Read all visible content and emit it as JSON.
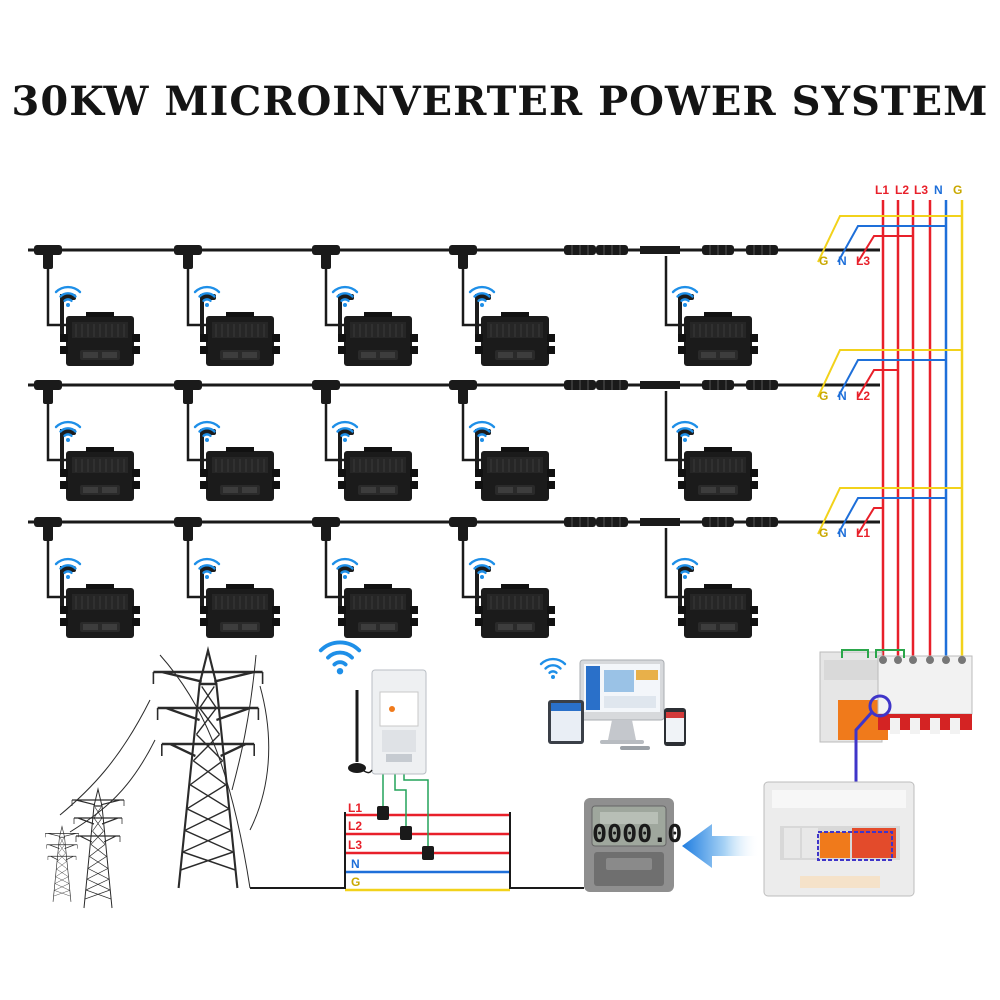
{
  "title": "30KW MICROINVERTER POWER SYSTEM",
  "busbar_labels": [
    "L1",
    "L2",
    "L3",
    "N",
    "G"
  ],
  "rows": [
    {
      "phase_labels": [
        "G",
        "N",
        "L3"
      ]
    },
    {
      "phase_labels": [
        "G",
        "N",
        "L2"
      ]
    },
    {
      "phase_labels": [
        "G",
        "N",
        "L1"
      ]
    }
  ],
  "grid_lines": [
    "L1",
    "L2",
    "L3",
    "N",
    "G"
  ],
  "meter_display": "0000.0",
  "colors": {
    "L1": "#e8202a",
    "L2": "#e8202a",
    "L3": "#e8202a",
    "N": "#1e6fd9",
    "G": "#f2d21b",
    "cable": "#1a1a1a"
  },
  "icons": [
    "microinverter-icon",
    "wifi-icon",
    "transmission-tower-icon",
    "smart-meter-icon",
    "monitoring-devices-icon",
    "distribution-box-icon",
    "breaker-icon",
    "energy-meter-icon",
    "arrow-left-icon",
    "ct-clamp-icon",
    "antenna-icon"
  ]
}
